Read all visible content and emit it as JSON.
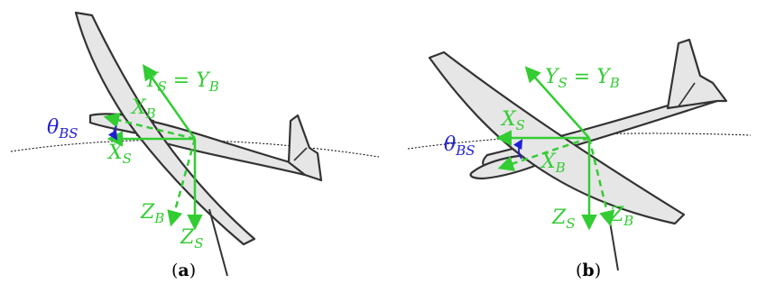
{
  "colors": {
    "axes": "#33cc33",
    "angle": "#1f1fd6",
    "glider_fill": "#e6e6e6",
    "glider_stroke": "#333333",
    "horizon": "#000000"
  },
  "panel_a": {
    "y_axis": {
      "sym": "Y",
      "sub": "S",
      "eq": " = ",
      "sym2": "Y",
      "sub2": "B"
    },
    "xb": {
      "sym": "X",
      "sub": "B"
    },
    "xs": {
      "sym": "X",
      "sub": "S"
    },
    "zb": {
      "sym": "Z",
      "sub": "B"
    },
    "zs": {
      "sym": "Z",
      "sub": "S"
    },
    "theta": {
      "sym": "θ",
      "sub": "BS"
    },
    "caption": {
      "open": "(",
      "letter": "a",
      "close": ")"
    }
  },
  "panel_b": {
    "y_axis": {
      "sym": "Y",
      "sub": "S",
      "eq": " = ",
      "sym2": "Y",
      "sub2": "B"
    },
    "xs": {
      "sym": "X",
      "sub": "S"
    },
    "xb": {
      "sym": "X",
      "sub": "B"
    },
    "zs": {
      "sym": "Z",
      "sub": "S"
    },
    "zb": {
      "sym": "Z",
      "sub": "B"
    },
    "theta": {
      "sym": "θ",
      "sub": "BS"
    },
    "caption": {
      "open": "(",
      "letter": "b",
      "close": ")"
    }
  }
}
